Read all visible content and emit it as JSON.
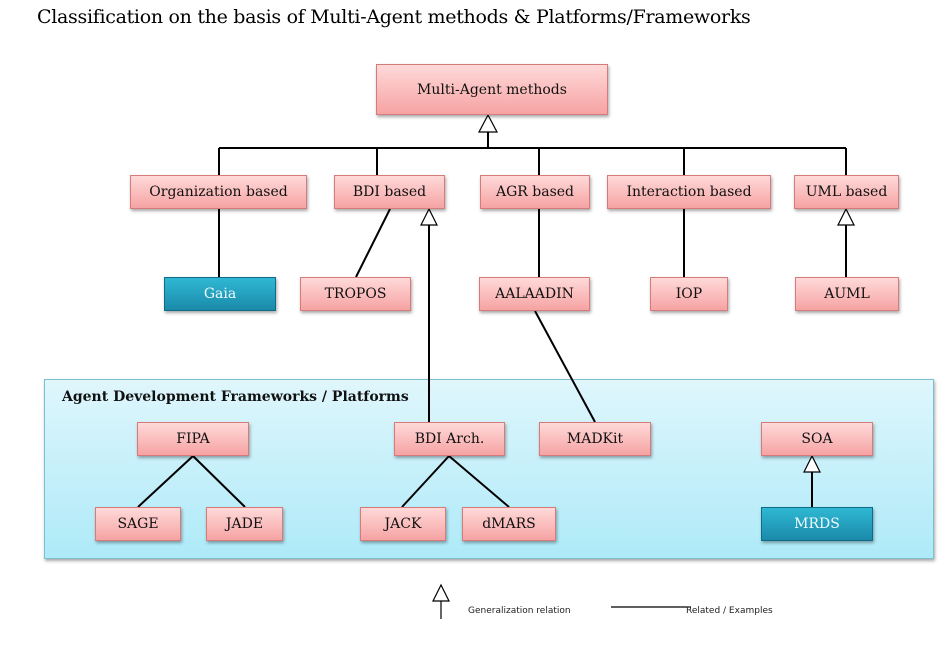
{
  "title": "Classification on the basis of  Multi-Agent methods & Platforms/Frameworks",
  "root": {
    "label": "Multi-Agent methods"
  },
  "methods": [
    {
      "label": "Organization based"
    },
    {
      "label": "BDI based"
    },
    {
      "label": "AGR based"
    },
    {
      "label": "Interaction based"
    },
    {
      "label": "UML based"
    }
  ],
  "examples": [
    {
      "label": "Gaia"
    },
    {
      "label": "TROPOS"
    },
    {
      "label": "AALAADIN"
    },
    {
      "label": "IOP"
    },
    {
      "label": "AUML"
    }
  ],
  "frameworks": {
    "label": "Agent Development Frameworks  / Platforms",
    "nodes": [
      {
        "label": "FIPA"
      },
      {
        "label": "BDI Arch."
      },
      {
        "label": "MADKit"
      },
      {
        "label": "SOA"
      },
      {
        "label": "SAGE"
      },
      {
        "label": "JADE"
      },
      {
        "label": "JACK"
      },
      {
        "label": "dMARS"
      },
      {
        "label": "MRDS"
      }
    ]
  },
  "legend": {
    "generalization": "Generalization relation",
    "related": "Related / Examples"
  },
  "colors": {
    "node_fill": "#f8b4b4",
    "node_highlight_fill": "#1f9fbf",
    "panel_fill": "#bfeef9"
  }
}
